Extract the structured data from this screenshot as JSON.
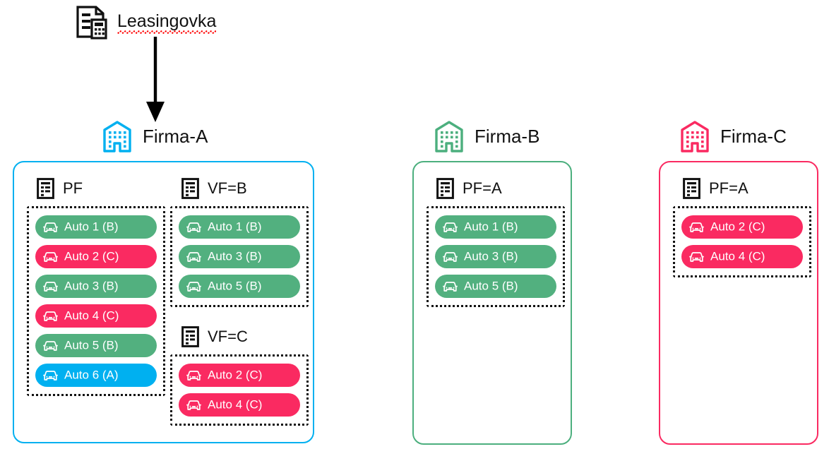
{
  "source": {
    "label": "Leasingovka",
    "icon": "document-calculator-icon",
    "spellcheck_underline": true
  },
  "arrow": {
    "icon": "down-arrow-icon",
    "from": "Leasingovka",
    "to": "Firma-A"
  },
  "colors": {
    "blue": "#00B0F0",
    "green": "#52B07F",
    "green_border": "#4CAF7E",
    "pink": "#FA2A61",
    "black": "#111111",
    "white": "#FFFFFF"
  },
  "legend": {
    "pill_color_meaning": {
      "green": "B",
      "pink": "C",
      "blue": "A"
    }
  },
  "companies": [
    {
      "id": "firma-a",
      "name": "Firma-A",
      "accent": "#00B0F0",
      "icon": "building-icon",
      "columns": [
        {
          "id": "col-left",
          "groups": [
            {
              "id": "pf",
              "title": "PF",
              "icon": "report-icon",
              "cars": [
                {
                  "label": "Auto 1 (B)",
                  "color": "green",
                  "icon": "car-icon"
                },
                {
                  "label": "Auto 2 (C)",
                  "color": "pink",
                  "icon": "car-icon"
                },
                {
                  "label": "Auto 3 (B)",
                  "color": "green",
                  "icon": "car-icon"
                },
                {
                  "label": "Auto 4 (C)",
                  "color": "pink",
                  "icon": "car-icon"
                },
                {
                  "label": "Auto 5 (B)",
                  "color": "green",
                  "icon": "car-icon"
                },
                {
                  "label": "Auto 6 (A)",
                  "color": "blue",
                  "icon": "car-icon"
                }
              ]
            }
          ]
        },
        {
          "id": "col-right",
          "groups": [
            {
              "id": "vf-b",
              "title": "VF=B",
              "icon": "report-icon",
              "cars": [
                {
                  "label": "Auto 1 (B)",
                  "color": "green",
                  "icon": "car-icon"
                },
                {
                  "label": "Auto 3 (B)",
                  "color": "green",
                  "icon": "car-icon"
                },
                {
                  "label": "Auto 5 (B)",
                  "color": "green",
                  "icon": "car-icon"
                }
              ]
            },
            {
              "id": "vf-c",
              "title": "VF=C",
              "icon": "report-icon",
              "cars": [
                {
                  "label": "Auto 2 (C)",
                  "color": "pink",
                  "icon": "car-icon"
                },
                {
                  "label": "Auto 4 (C)",
                  "color": "pink",
                  "icon": "car-icon"
                }
              ]
            }
          ]
        }
      ]
    },
    {
      "id": "firma-b",
      "name": "Firma-B",
      "accent": "#4CAF7E",
      "icon": "building-icon",
      "columns": [
        {
          "id": "col-only",
          "groups": [
            {
              "id": "pf-a",
              "title": "PF=A",
              "icon": "report-icon",
              "cars": [
                {
                  "label": "Auto 1 (B)",
                  "color": "green",
                  "icon": "car-icon"
                },
                {
                  "label": "Auto 3 (B)",
                  "color": "green",
                  "icon": "car-icon"
                },
                {
                  "label": "Auto 5 (B)",
                  "color": "green",
                  "icon": "car-icon"
                }
              ]
            }
          ]
        }
      ]
    },
    {
      "id": "firma-c",
      "name": "Firma-C",
      "accent": "#FA2A61",
      "icon": "building-icon",
      "columns": [
        {
          "id": "col-only",
          "groups": [
            {
              "id": "pf-a",
              "title": "PF=A",
              "icon": "report-icon",
              "cars": [
                {
                  "label": "Auto 2 (C)",
                  "color": "pink",
                  "icon": "car-icon"
                },
                {
                  "label": "Auto 4 (C)",
                  "color": "pink",
                  "icon": "car-icon"
                }
              ]
            }
          ]
        }
      ]
    }
  ]
}
